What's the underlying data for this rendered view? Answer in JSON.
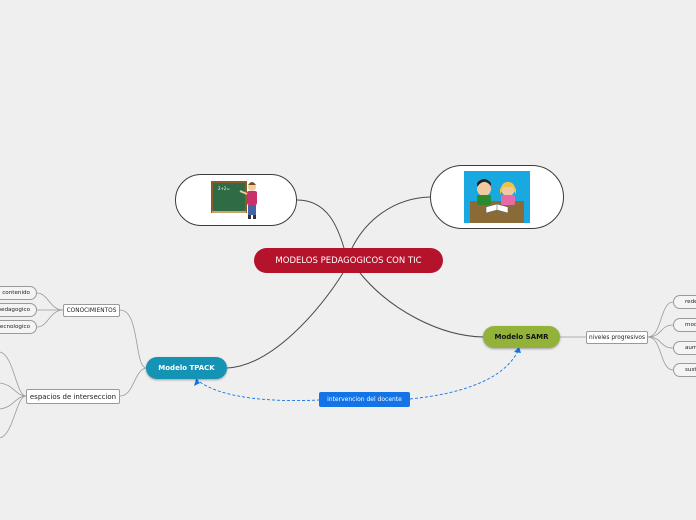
{
  "root": {
    "label": "MODELOS PEDAGOGICOS CON TIC"
  },
  "tpack": {
    "label": "Modelo TPACK",
    "conocimientos": {
      "label": "CONOCIMIENTOS",
      "items": [
        "contenido",
        "pedagogico",
        "tecnologico"
      ]
    },
    "espacios": {
      "label": "espacios de interseccion"
    }
  },
  "samr": {
    "label": "Modelo SAMR",
    "niveles": {
      "label": "niveles progresivos",
      "items": [
        "rede",
        "modi",
        "aum",
        "sust"
      ]
    }
  },
  "relation": {
    "label": "intervencion del docente"
  },
  "images": {
    "teacher": {
      "icon": "teacher-at-chalkboard-icon",
      "board_text": "2+2="
    },
    "students": {
      "icon": "students-reading-icon"
    }
  },
  "colors": {
    "root": "#b5122b",
    "tpack": "#1593b5",
    "samr": "#93b23a",
    "relation": "#1473e6",
    "line": "#4a4a4a"
  }
}
